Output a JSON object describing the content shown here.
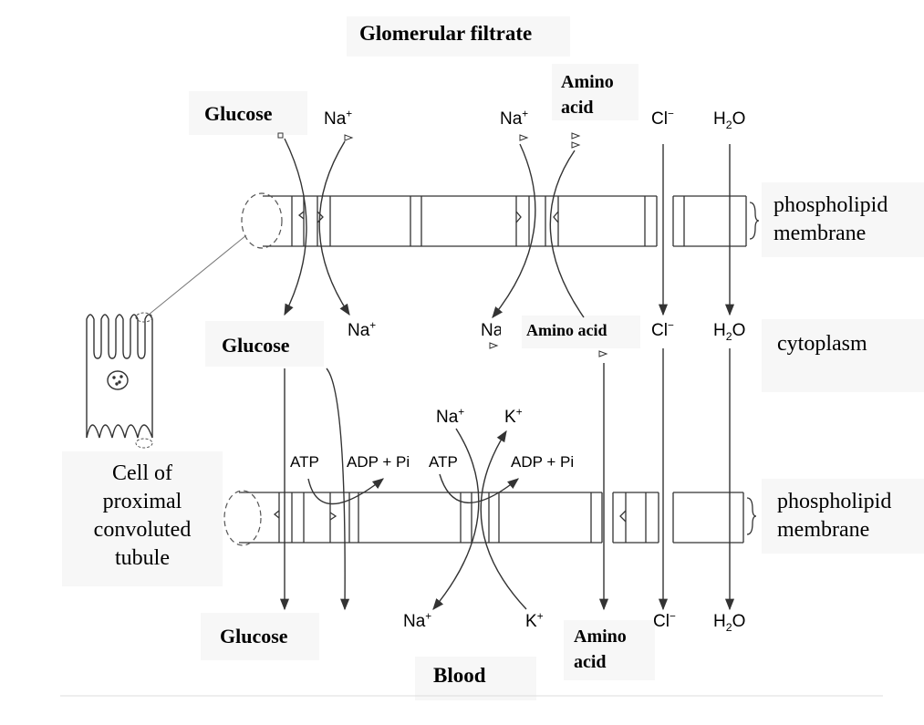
{
  "title": "Glomerular filtrate",
  "bottom_title": "Blood",
  "right_labels": {
    "top_membrane": [
      "phospholipid",
      "membrane"
    ],
    "cytoplasm": "cytoplasm",
    "bottom_membrane": [
      "phospholipid",
      "membrane"
    ]
  },
  "cell_label": [
    "Cell of",
    "proximal",
    "convoluted",
    "tubule"
  ],
  "glucose": {
    "top": "Glucose",
    "mid": "Glucose",
    "bottom": "Glucose"
  },
  "amino_acid": {
    "top": [
      "Amino",
      "acid"
    ],
    "mid": "Amino acid",
    "bottom": [
      "Amino",
      "acid"
    ]
  },
  "ions": {
    "na": "Na",
    "k": "K",
    "cl": "Cl",
    "h2o_h": "H",
    "h2o_2": "2",
    "h2o_o": "O",
    "plus": "+",
    "minus": "−"
  },
  "atp_labels": {
    "atp": "ATP",
    "adp_pi": "ADP + Pi"
  },
  "colors": {
    "stroke": "#333333",
    "text": "#000000",
    "label_bg": "#f7f7f7"
  }
}
